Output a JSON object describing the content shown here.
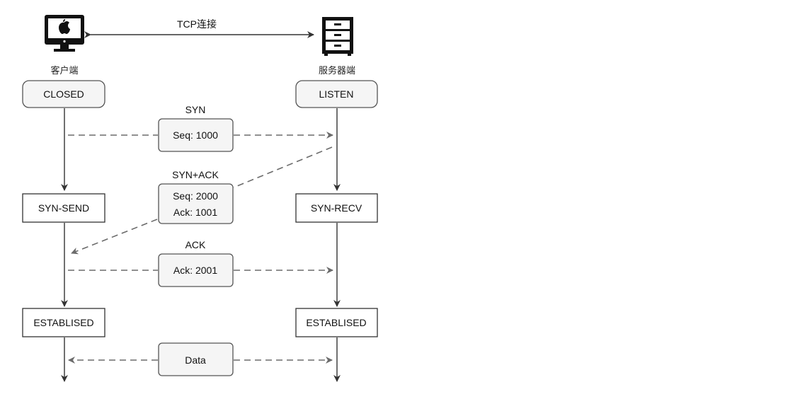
{
  "top_link": {
    "label": "TCP连接"
  },
  "client": {
    "icon": "imac-computer-icon",
    "label": "客户端",
    "states": [
      "CLOSED",
      "SYN-SEND",
      "ESTABLISED"
    ]
  },
  "server": {
    "icon": "server-cabinet-icon",
    "label": "服务器端",
    "states": [
      "LISTEN",
      "SYN-RECV",
      "ESTABLISED"
    ]
  },
  "messages": [
    {
      "title": "SYN",
      "lines": [
        "Seq: 1000"
      ]
    },
    {
      "title": "SYN+ACK",
      "lines": [
        "Seq: 2000",
        "Ack: 1001"
      ]
    },
    {
      "title": "ACK",
      "lines": [
        "Ack: 2001"
      ]
    },
    {
      "title": "",
      "lines": [
        "Data"
      ]
    }
  ],
  "colors": {
    "line": "#333333",
    "dashed": "#6b6b6b",
    "box_fill": "#f5f5f5",
    "box_stroke": "#555555"
  }
}
